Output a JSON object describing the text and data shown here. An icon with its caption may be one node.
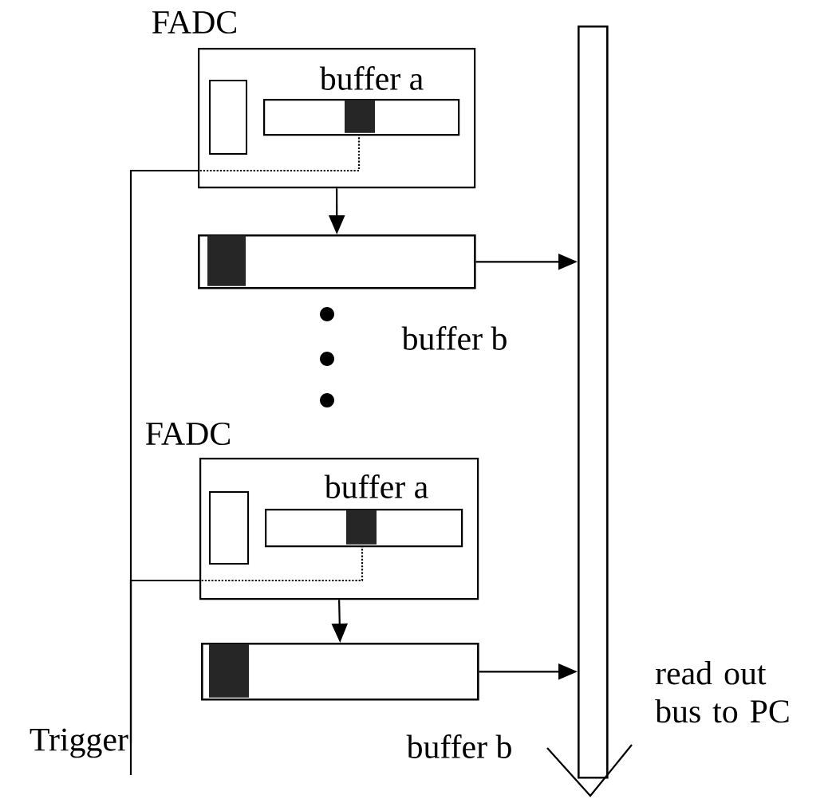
{
  "diagram": {
    "nodes": [
      {
        "text": [
          "FADC"
        ]
      },
      {
        "text": [],
        "shape": "box",
        "in": 0
      },
      {
        "text": [
          "buffer a"
        ],
        "in": 0
      },
      {
        "text": [],
        "shape": "bar"
      },
      {
        "text": [
          "FADC"
        ]
      },
      {
        "text": [],
        "shape": "box",
        "in": 4
      },
      {
        "text": [
          "buffer a"
        ],
        "in": 4
      },
      {
        "text": [],
        "shape": "bar"
      },
      {
        "text": [],
        "shape": "bar",
        "beside": [
          "read out bus to PC"
        ]
      },
      {
        "text": [
          "Trigger"
        ]
      }
    ],
    "edges": [
      {
        "from": 0,
        "to": 3,
        "arrow": "to"
      },
      {
        "from": 3,
        "to": 8,
        "arrow": "to"
      },
      {
        "from": 4,
        "to": 7,
        "arrow": "to"
      },
      {
        "from": 7,
        "to": 8,
        "arrow": "to"
      },
      {
        "from": 9,
        "to": 0,
        "arrow": "none"
      },
      {
        "from": 9,
        "to": 4,
        "arrow": "none"
      }
    ],
    "labels": [
      "buffer b",
      "buffer b"
    ]
  }
}
